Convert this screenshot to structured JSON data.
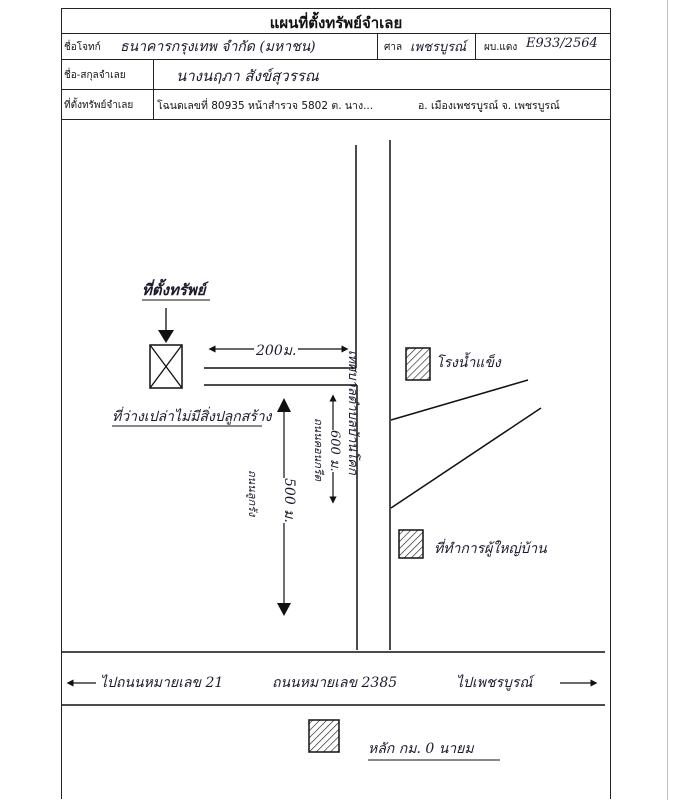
{
  "document": {
    "title": "แผนที่ตั้งทรัพย์จำเลย"
  },
  "header": {
    "plaintiff_label": "ชื่อโจทก์",
    "plaintiff_value": "ธนาคารกรุงเทพ จำกัด (มหาชน)",
    "court_label": "ศาล",
    "court_value": "เพชรบูรณ์",
    "case_label": "ผบ.แดง",
    "case_value": "E933/2564",
    "defendant_label": "ชื่อ-สกุลจำเลย",
    "defendant_value": "นางนฤภา สังข์สุวรรณ",
    "location_label": "ที่ตั้งทรัพย์จำเลย",
    "location_value": "โฉนดเลขที่ 80935 หน้าสำรวจ 5802 ต. นาง...",
    "district_value": "อ. เมืองเพชรบูรณ์ จ. เพชรบูรณ์"
  },
  "map": {
    "property_label": "ที่ตั้งทรัพย์",
    "distance_200": "200ม.",
    "distance_600": "600 ม.",
    "distance_500": "500 ม.",
    "laterite_road": "ถนนลูกรัง",
    "concrete_road": "ถนนคอนกรีต",
    "main_road_vertical": "เทศบาลตำบลบ้านโคก",
    "empty_land_label": "ที่ว่างเปล่าไม่มีสิ่งปลูกสร้าง",
    "water_plant_label": "โรงน้ำแข็ง",
    "village_office_label": "ที่ทำการผู้ใหญ่บ้าน",
    "highway_label": "ถนนหมายเลข 2385",
    "left_direction": "ไปถนนหมายเลข 21",
    "right_direction": "ไปเพชรบูรณ์",
    "km_marker": "หลัก กม. 0 นายม"
  }
}
